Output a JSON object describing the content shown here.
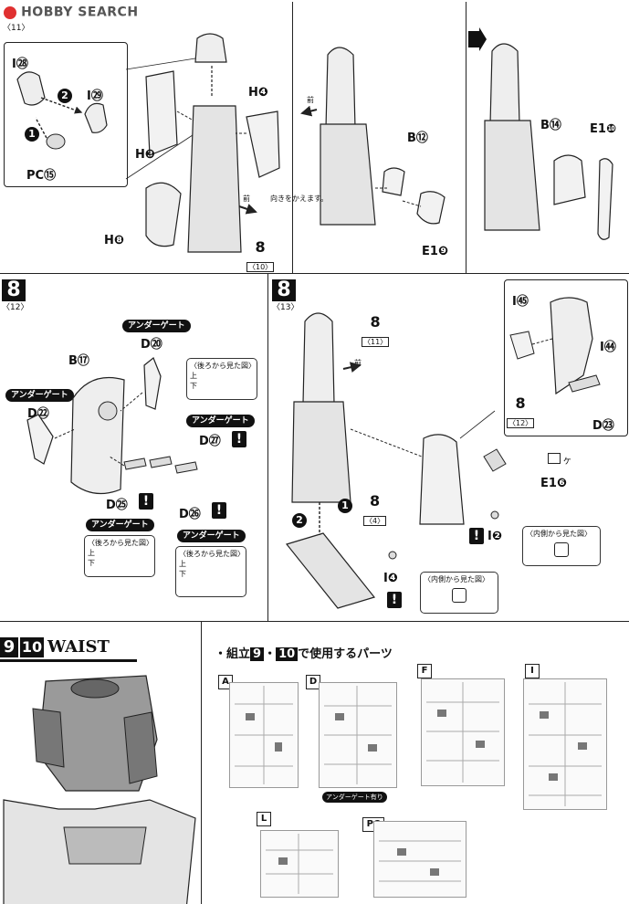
{
  "header": {
    "logo_text": "HOBBY SEARCH",
    "top_step_sub": "〈11〉"
  },
  "panel_top": {
    "inset_parts": {
      "i28": "I",
      "i28n": "㉘",
      "i29": "I",
      "i29n": "㉙",
      "pc15": "PC",
      "pc15n": "⑮"
    },
    "seq": [
      "1",
      "2"
    ],
    "labels": {
      "h3": "H",
      "h3n": "❸",
      "h4": "H",
      "h4n": "❹",
      "h8": "H",
      "h8n": "❽",
      "b12": "B",
      "b12n": "⑫",
      "e19": "E1",
      "e19n": "❾",
      "b14": "B",
      "b14n": "⑭",
      "e110": "E1",
      "e110n": "❿"
    },
    "front_label": "前",
    "turn_note": "向きをかえます。",
    "ref_step": {
      "num": "8",
      "sub": "〈10〉"
    }
  },
  "panel_left": {
    "step": "8",
    "sub": "〈12〉",
    "under_gate": "アンダーゲート",
    "labels": {
      "b17": "B",
      "b17n": "⑰",
      "d20": "D",
      "d20n": "⑳",
      "d22": "D",
      "d22n": "㉒",
      "d27": "D",
      "d27n": "㉗",
      "d25": "D",
      "d25n": "㉕",
      "d26": "D",
      "d26n": "㉖"
    },
    "back_view": "〈後ろから見た図〉",
    "up": "上",
    "down": "下",
    "warn": "!"
  },
  "panel_right": {
    "step": "8",
    "sub": "〈13〉",
    "ref_top": {
      "num": "8",
      "sub": "〈11〉"
    },
    "ref_mid": {
      "num": "8",
      "sub": "〈4〉"
    },
    "ref_side": {
      "num": "8",
      "sub": "〈12〉"
    },
    "front_label": "前",
    "labels": {
      "i45": "I",
      "i45n": "㊺",
      "i44": "I",
      "i44n": "㊹",
      "d23": "D",
      "d23n": "㉓",
      "e16": "E1",
      "e16n": "❻",
      "i2": "I",
      "i2n": "❷",
      "i4": "I",
      "i4n": "❹"
    },
    "ke_mark": "ケ",
    "inner_view": "〈内側から見た図〉",
    "seq": [
      "1",
      "2"
    ],
    "warn": "!"
  },
  "panel_waist": {
    "num_a": "9",
    "num_b": "10",
    "title": "WAIST"
  },
  "panel_parts": {
    "heading_prefix": "・組立",
    "heading_a": "9",
    "heading_sep": "・",
    "heading_b": "10",
    "heading_suffix": "で使用するパーツ",
    "runners": [
      "A",
      "D",
      "F",
      "I",
      "L",
      "PC"
    ],
    "under_gate_note": "アンダーゲート有り"
  }
}
